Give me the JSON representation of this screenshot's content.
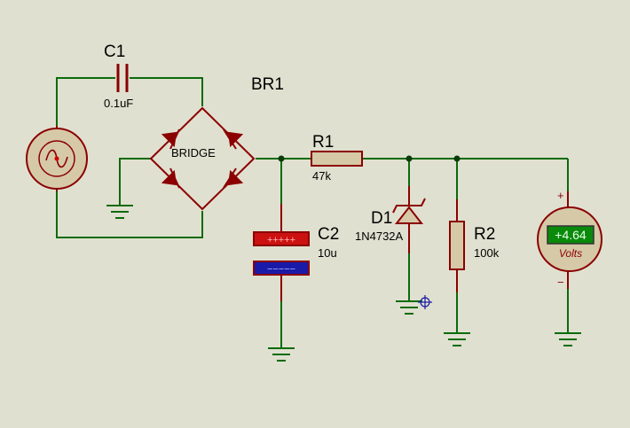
{
  "components": {
    "c1": {
      "ref": "C1",
      "value": "0.1uF"
    },
    "br1": {
      "ref": "BR1",
      "value": "BRIDGE"
    },
    "r1": {
      "ref": "R1",
      "value": "47k"
    },
    "c2": {
      "ref": "C2",
      "value": "10u",
      "pos_marks": "+++++",
      "neg_marks": "−−−−−"
    },
    "d1": {
      "ref": "D1",
      "value": "1N4732A"
    },
    "r2": {
      "ref": "R2",
      "value": "100k"
    },
    "voltmeter": {
      "reading": "+4.64",
      "unit": "Volts",
      "plus": "+",
      "minus": "−"
    }
  },
  "colors": {
    "background": "#e0e0d0",
    "wire": "#0b6b0b",
    "component_outline": "#8b0000",
    "component_fill": "#d6c9a8",
    "cap_positive": "#cc1111",
    "cap_negative": "#1a1aa8",
    "meter_display": "#0a8a0a",
    "meter_text": "#8b0000"
  }
}
